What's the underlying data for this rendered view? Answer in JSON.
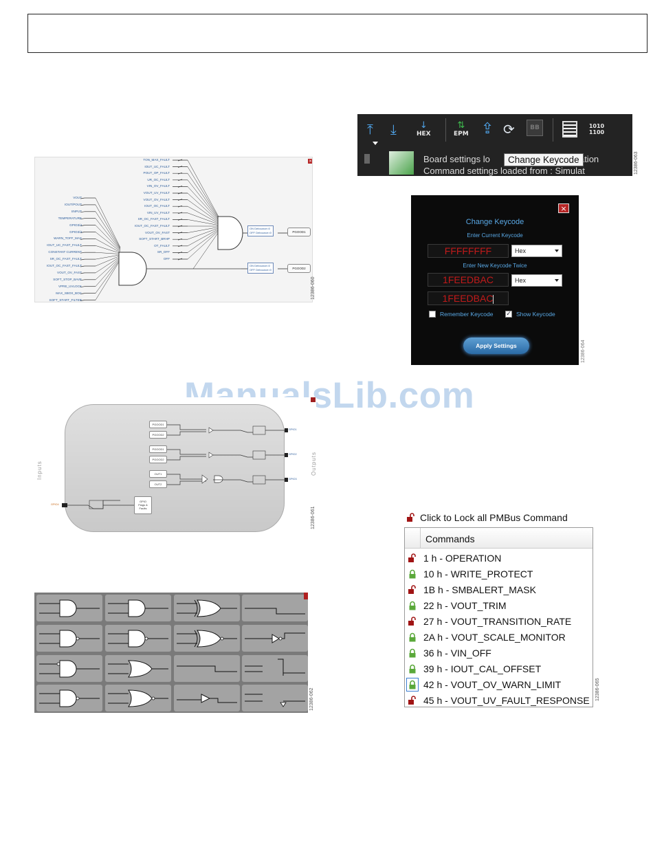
{
  "figure1": {
    "fig_number": "12386-060",
    "left_inputs": [
      "VOUT",
      "IOUT/POUT",
      "IINPUT",
      "TEMPERATURE",
      "GPIO3/4",
      "GPIO3/3",
      "WARN_TOFF_MAX",
      "IOUT_UC_FAST_FAULT",
      "CONSTANT CURRENT",
      "SR_OC_FAST_FAULT",
      "IOUT_OC_FAST_FAULT",
      "VOUT_OV_FAST",
      "SOFT_STOP_BAVE",
      "VPRE_UVLOCK",
      "MAX_SBOX_BOC",
      "SOFT_START_FILTER"
    ],
    "top_inputs": [
      "TON_MAX_FAULT",
      "IOUT_UC_FAULT",
      "POUT_OP_FAULT",
      "UR_OC_FAULT",
      "VIN_OV_FAULT",
      "VOUT_UV_FAULT",
      "VOUT_OV_FAULT",
      "IOUT_OC_FAULT",
      "VIN_UV_FAULT",
      "SR_OC_FAST_FAULT",
      "IOUT_OC_FAST_FAULT",
      "VOUT_OV_FAST",
      "SOFT_START_BRHP",
      "OT_FAULT",
      "SR_OFF",
      "OFF"
    ],
    "debounce1": [
      "ON Debounce=0",
      "OFF Debounce=0"
    ],
    "debounce2": [
      "ON Debounce=0",
      "OFF Debounce=0"
    ],
    "out1": "PGOOD1",
    "out2": "PGOOD2"
  },
  "toolbar": {
    "fig_number": "12386-063",
    "hex_label": "HEX",
    "epm_label": "EPM",
    "bb_label": "BB",
    "bin_label": "1010\n1100",
    "status_line1": "Board settings lo",
    "status_line1_tail": "ulation",
    "status_line2": "Command settings loaded from : Simulat",
    "tooltip": "Change Keycode"
  },
  "keycode_dialog": {
    "fig_number": "12386-064",
    "close": "×",
    "title": "Change Keycode",
    "current_label": "Enter Current Keycode",
    "current_value": "FFFFFFFF",
    "format1": "Hex",
    "new_label": "Enter New Keycode Twice",
    "new_value": "1FEEDBAC",
    "format2": "Hex",
    "confirm_value": "1FEEDBAC",
    "remember_label": "Remember Keycode",
    "show_label": "Show Keycode",
    "remember_checked": false,
    "show_checked": true,
    "apply_label": "Apply Settings"
  },
  "watermark": "ManualsLib.com",
  "gpio_panel": {
    "fig_number": "12386-061",
    "inputs_label": "Inputs",
    "outputs_label": "Outputs",
    "input_boxes": [
      "PGOOD1",
      "PGOOD2",
      "PGOOD1",
      "PGOOD2",
      "OUT1",
      "OUT2"
    ],
    "gpio_box": "GPIO\nFlags &\nFaults",
    "input_pin": "GPIO4",
    "output_pins": [
      "GPIO1",
      "GPIO2",
      "GPIO3"
    ]
  },
  "gate_palette": {
    "fig_number": "12386-062"
  },
  "pmbus": {
    "fig_number": "12386-065",
    "lock_all_label": "Click to Lock all PMBus Command",
    "column_header": "Commands",
    "commands": [
      {
        "label": "1 h   - OPERATION",
        "locked": false
      },
      {
        "label": "10 h - WRITE_PROTECT",
        "locked": true
      },
      {
        "label": "1B h - SMBALERT_MASK",
        "locked": false
      },
      {
        "label": "22 h - VOUT_TRIM",
        "locked": true
      },
      {
        "label": "27 h - VOUT_TRANSITION_RATE",
        "locked": false
      },
      {
        "label": "2A h - VOUT_SCALE_MONITOR",
        "locked": true
      },
      {
        "label": "36 h - VIN_OFF",
        "locked": true
      },
      {
        "label": "39 h - IOUT_CAL_OFFSET",
        "locked": true
      },
      {
        "label": "42 h - VOUT_OV_WARN_LIMIT",
        "locked": true
      },
      {
        "label": "45 h - VOUT_UV_FAULT_RESPONSE",
        "locked": false
      }
    ],
    "colors": {
      "locked": "#5aa83a",
      "unlocked": "#a01414"
    }
  }
}
